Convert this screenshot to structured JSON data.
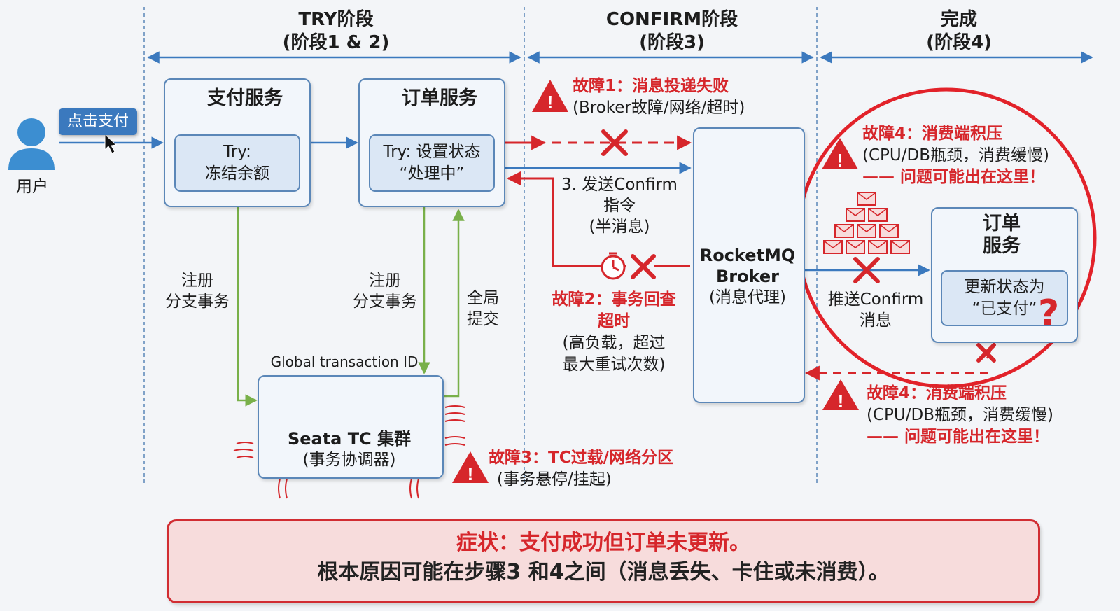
{
  "phases": [
    {
      "title": "TRY阶段",
      "subtitle": "(阶段1 & 2)"
    },
    {
      "title": "CONFIRM阶段",
      "subtitle": "(阶段3)"
    },
    {
      "title": "完成",
      "subtitle": "(阶段4)"
    }
  ],
  "user": {
    "label": "用户",
    "button": "点击支付"
  },
  "payment_service": {
    "title": "支付服务",
    "try": "Try:",
    "try_detail": "冻结余额"
  },
  "order_service": {
    "title": "订单服务",
    "try": "Try: 设置状态",
    "try_detail": "“处理中”"
  },
  "seata": {
    "global_id": "Global transaction ID",
    "title": "Seata TC 集群",
    "subtitle": "(事务协调器)"
  },
  "edges": {
    "register1": "注册",
    "register1b": "分支事务",
    "register2": "注册",
    "register2b": "分支事务",
    "global_commit": "全局",
    "global_commit_b": "提交",
    "send_confirm": "3. 发送Confirm",
    "send_confirm_b": "指令",
    "send_confirm_c": "(半消息)",
    "push_confirm": "推送Confirm",
    "push_confirm_b": "消息"
  },
  "broker": {
    "title1": "RocketMQ",
    "title2": "Broker",
    "subtitle": "(消息代理)"
  },
  "order_service2": {
    "title1": "订单",
    "title2": "服务",
    "update": "更新状态为",
    "update_value": "“已支付”",
    "question": "?"
  },
  "faults": {
    "f1_title": "故障1：消息投递失败",
    "f1_detail": "(Broker故障/网络/超时)",
    "f2_title": "故障2：事务回查",
    "f2_title_b": "超时",
    "f2_detail": "(高负载，超过",
    "f2_detail_b": "最大重试次数)",
    "f3_title": "故障3：TC过载/网络分区",
    "f3_detail": "(事务悬停/挂起)",
    "f4_title": "故障4：消费端积压",
    "f4_detail": "(CPU/DB瓶颈，消费缓慢)",
    "f4_note": "—— 问题可能出在这里！",
    "f4b_title": "故障4：消费端积压",
    "f4b_detail": "(CPU/DB瓶颈，消费缓慢)",
    "f4b_note": "—— 问题可能出在这里！"
  },
  "banner": {
    "line1": "症状：支付成功但订单未更新。",
    "line2": "根本原因可能在步骤3 和4之间（消息丢失、卡住或未消费）。"
  },
  "colors": {
    "blue": "#3b79be",
    "red": "#d6262b",
    "green": "#79b04a",
    "box_border": "#5b87b8"
  },
  "icons": [
    "user-icon",
    "gear-icon",
    "warning-icon",
    "database-icon",
    "rocketmq-icon",
    "timer-icon",
    "envelope-icon",
    "cursor-icon",
    "x-mark-icon"
  ]
}
